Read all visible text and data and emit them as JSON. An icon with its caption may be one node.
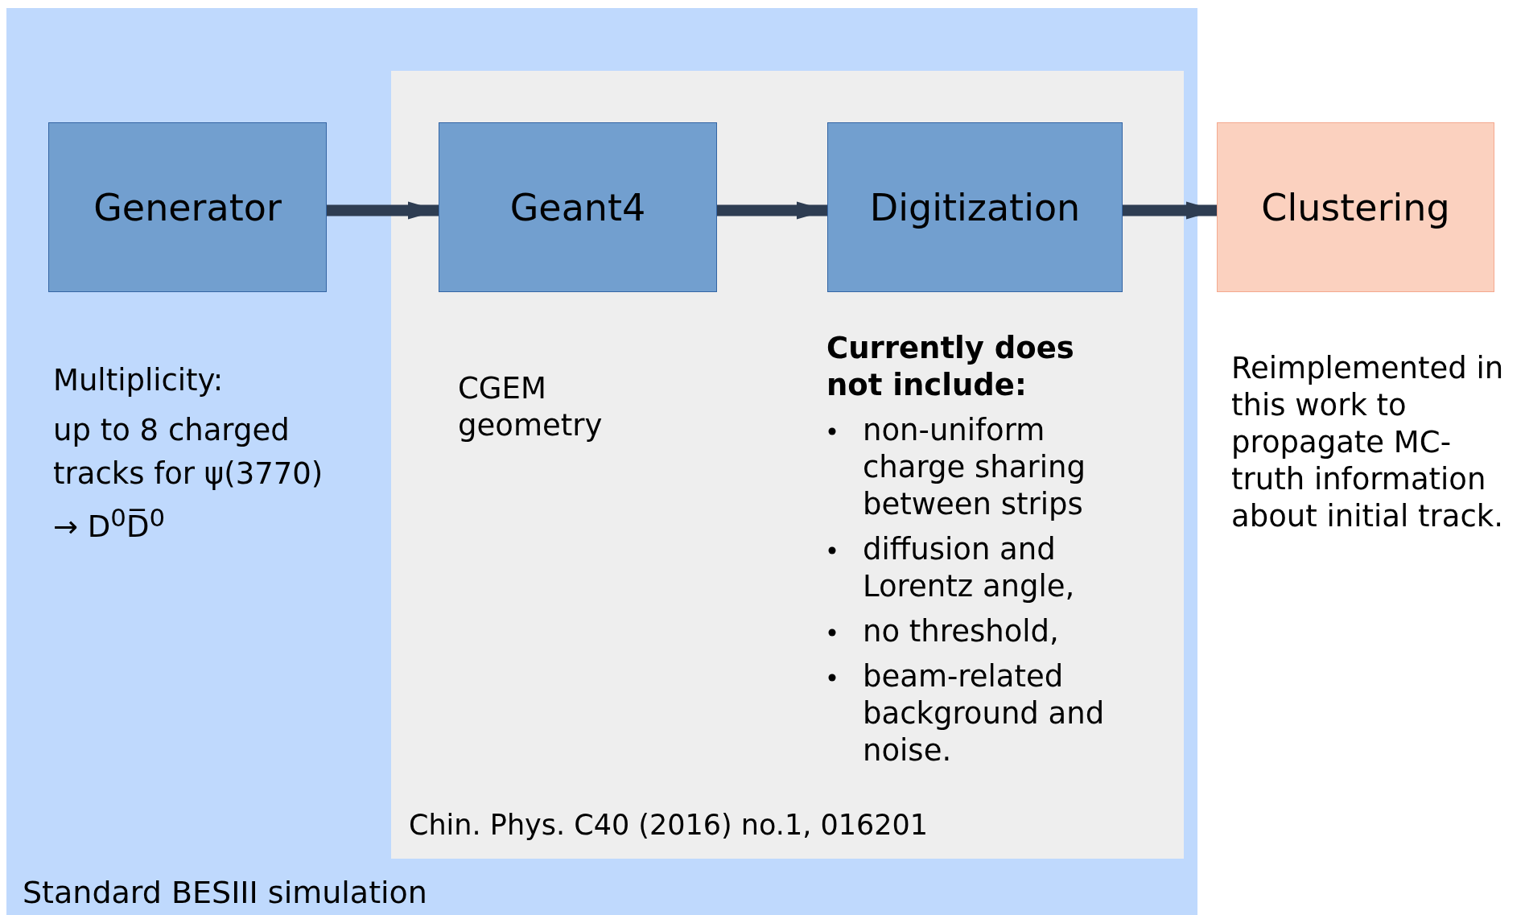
{
  "diagram": {
    "nodes": [
      {
        "text": [
          "Standard BESIII simulation"
        ]
      },
      {
        "text": [
          "Chin. Phys. C40 (2016) no.1, 016201"
        ],
        "in": 0
      },
      {
        "text": [
          "Generator"
        ],
        "in": 0,
        "beside": [
          "Multiplicity:",
          "up to 8 charged tracks for ψ(3770) → D$^{0}$D̅$^{0}$"
        ]
      },
      {
        "text": [
          "Geant4"
        ],
        "in": 1,
        "beside": [
          "CGEM geometry"
        ]
      },
      {
        "text": [
          "Digitization"
        ],
        "in": 1,
        "beside": [
          "Currently does not include:",
          "non-uniform charge sharing between strips",
          "diffusion and Lorentz angle,",
          "no threshold,",
          "beam-related background and noise."
        ]
      },
      {
        "text": [
          "Clustering"
        ],
        "beside": [
          "Reimplemented in this work to propagate MC-truth information about initial track."
        ]
      }
    ],
    "edges": [
      {
        "from": 2,
        "to": 3,
        "arrow": "to"
      },
      {
        "from": 3,
        "to": 4,
        "arrow": "to"
      },
      {
        "from": 4,
        "to": 5,
        "arrow": "to"
      }
    ]
  }
}
